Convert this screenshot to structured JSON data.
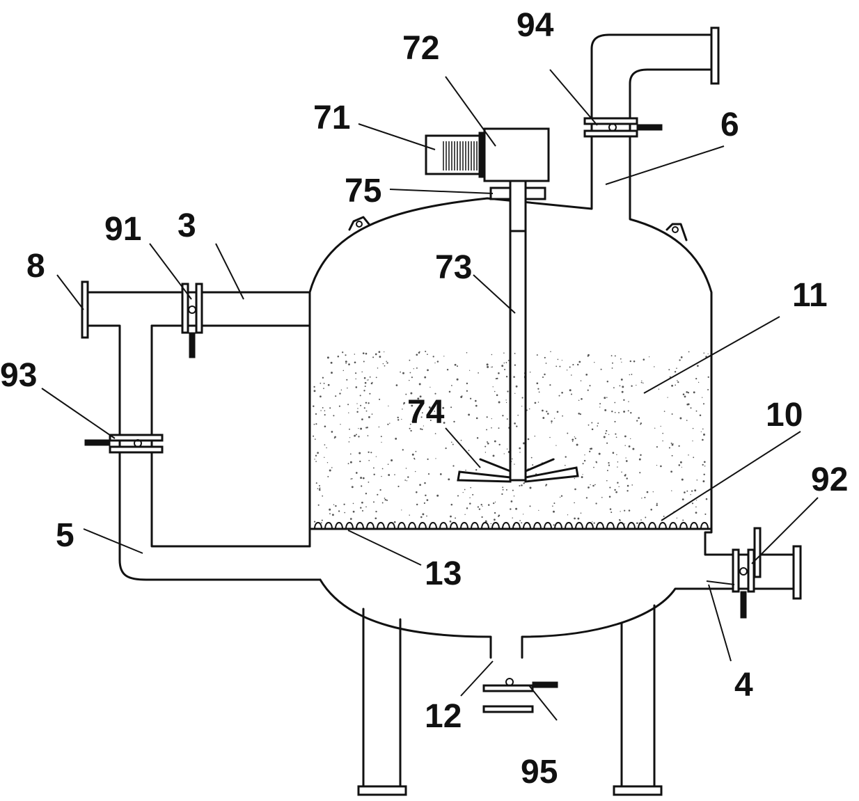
{
  "labels": {
    "l3": "3",
    "l4": "4",
    "l5": "5",
    "l6": "6",
    "l8": "8",
    "l10": "10",
    "l11": "11",
    "l12": "12",
    "l13": "13",
    "l71": "71",
    "l72": "72",
    "l73": "73",
    "l74": "74",
    "l75": "75",
    "l91": "91",
    "l92": "92",
    "l93": "93",
    "l94": "94",
    "l95": "95"
  }
}
